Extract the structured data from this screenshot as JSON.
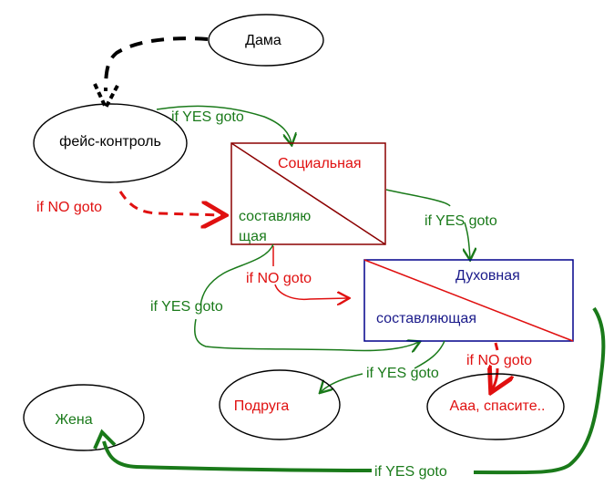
{
  "nodes": {
    "dama": "Дама",
    "face_control": "фейс-контроль",
    "social_top": "Социальная",
    "social_bottom_1": "составляю",
    "social_bottom_2": "щая",
    "spiritual_top": "Духовная",
    "spiritual_bottom": "составляющая",
    "podruga": "Подруга",
    "help": "Ааа, спасите..",
    "zhena": "Жена"
  },
  "edges": {
    "fc_yes": "if YES goto",
    "fc_no": "if NO goto",
    "social_yes": "if YES goto",
    "social_no": "if NO goto",
    "social_yes_left": "if YES goto",
    "spiritual_yes_podruga": "if YES goto",
    "spiritual_no": "if NO goto",
    "spiritual_yes_zhena": "if YES goto"
  },
  "colors": {
    "yes": "#1a7a1a",
    "no": "#e01010",
    "dama_arrow": "#000000",
    "social_box": "#8b0000",
    "spiritual_box": "#00008b"
  }
}
